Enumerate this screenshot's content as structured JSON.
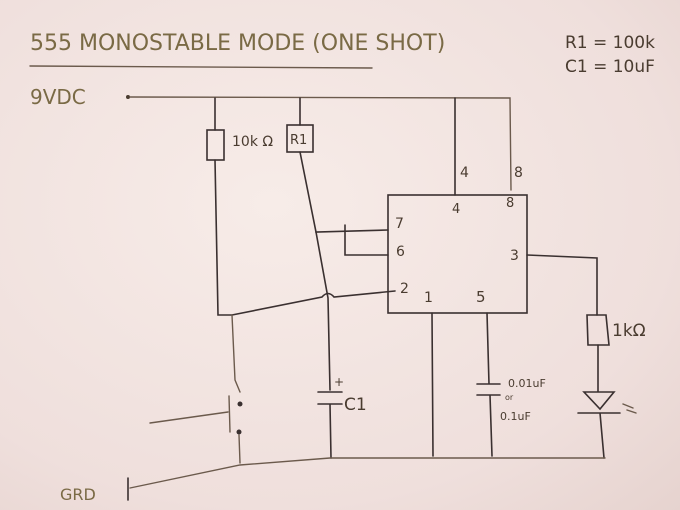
{
  "title": "555 MONOSTABLE MODE (ONE SHOT)",
  "values": {
    "r1": "R1 = 100k",
    "c1": "C1 = 10uF"
  },
  "supply_label": "9VDC",
  "ground_label": "GRD",
  "resistor_10k_label": "10k Ω",
  "resistor_r1_label": "R1",
  "chip_pins": {
    "p7": "7",
    "p6": "6",
    "p2": "2",
    "p1": "1",
    "p5": "5",
    "p4": "4",
    "p8": "8",
    "p3": "3"
  },
  "wire_labels": {
    "p4": "4",
    "p8": "8"
  },
  "capacitor_c1": {
    "label": "C1",
    "polarity": "+"
  },
  "capacitor_ctrl": {
    "value1": "0.01uF",
    "or": "or",
    "value2": "0.1uF"
  },
  "resistor_1k_label": "1kΩ"
}
